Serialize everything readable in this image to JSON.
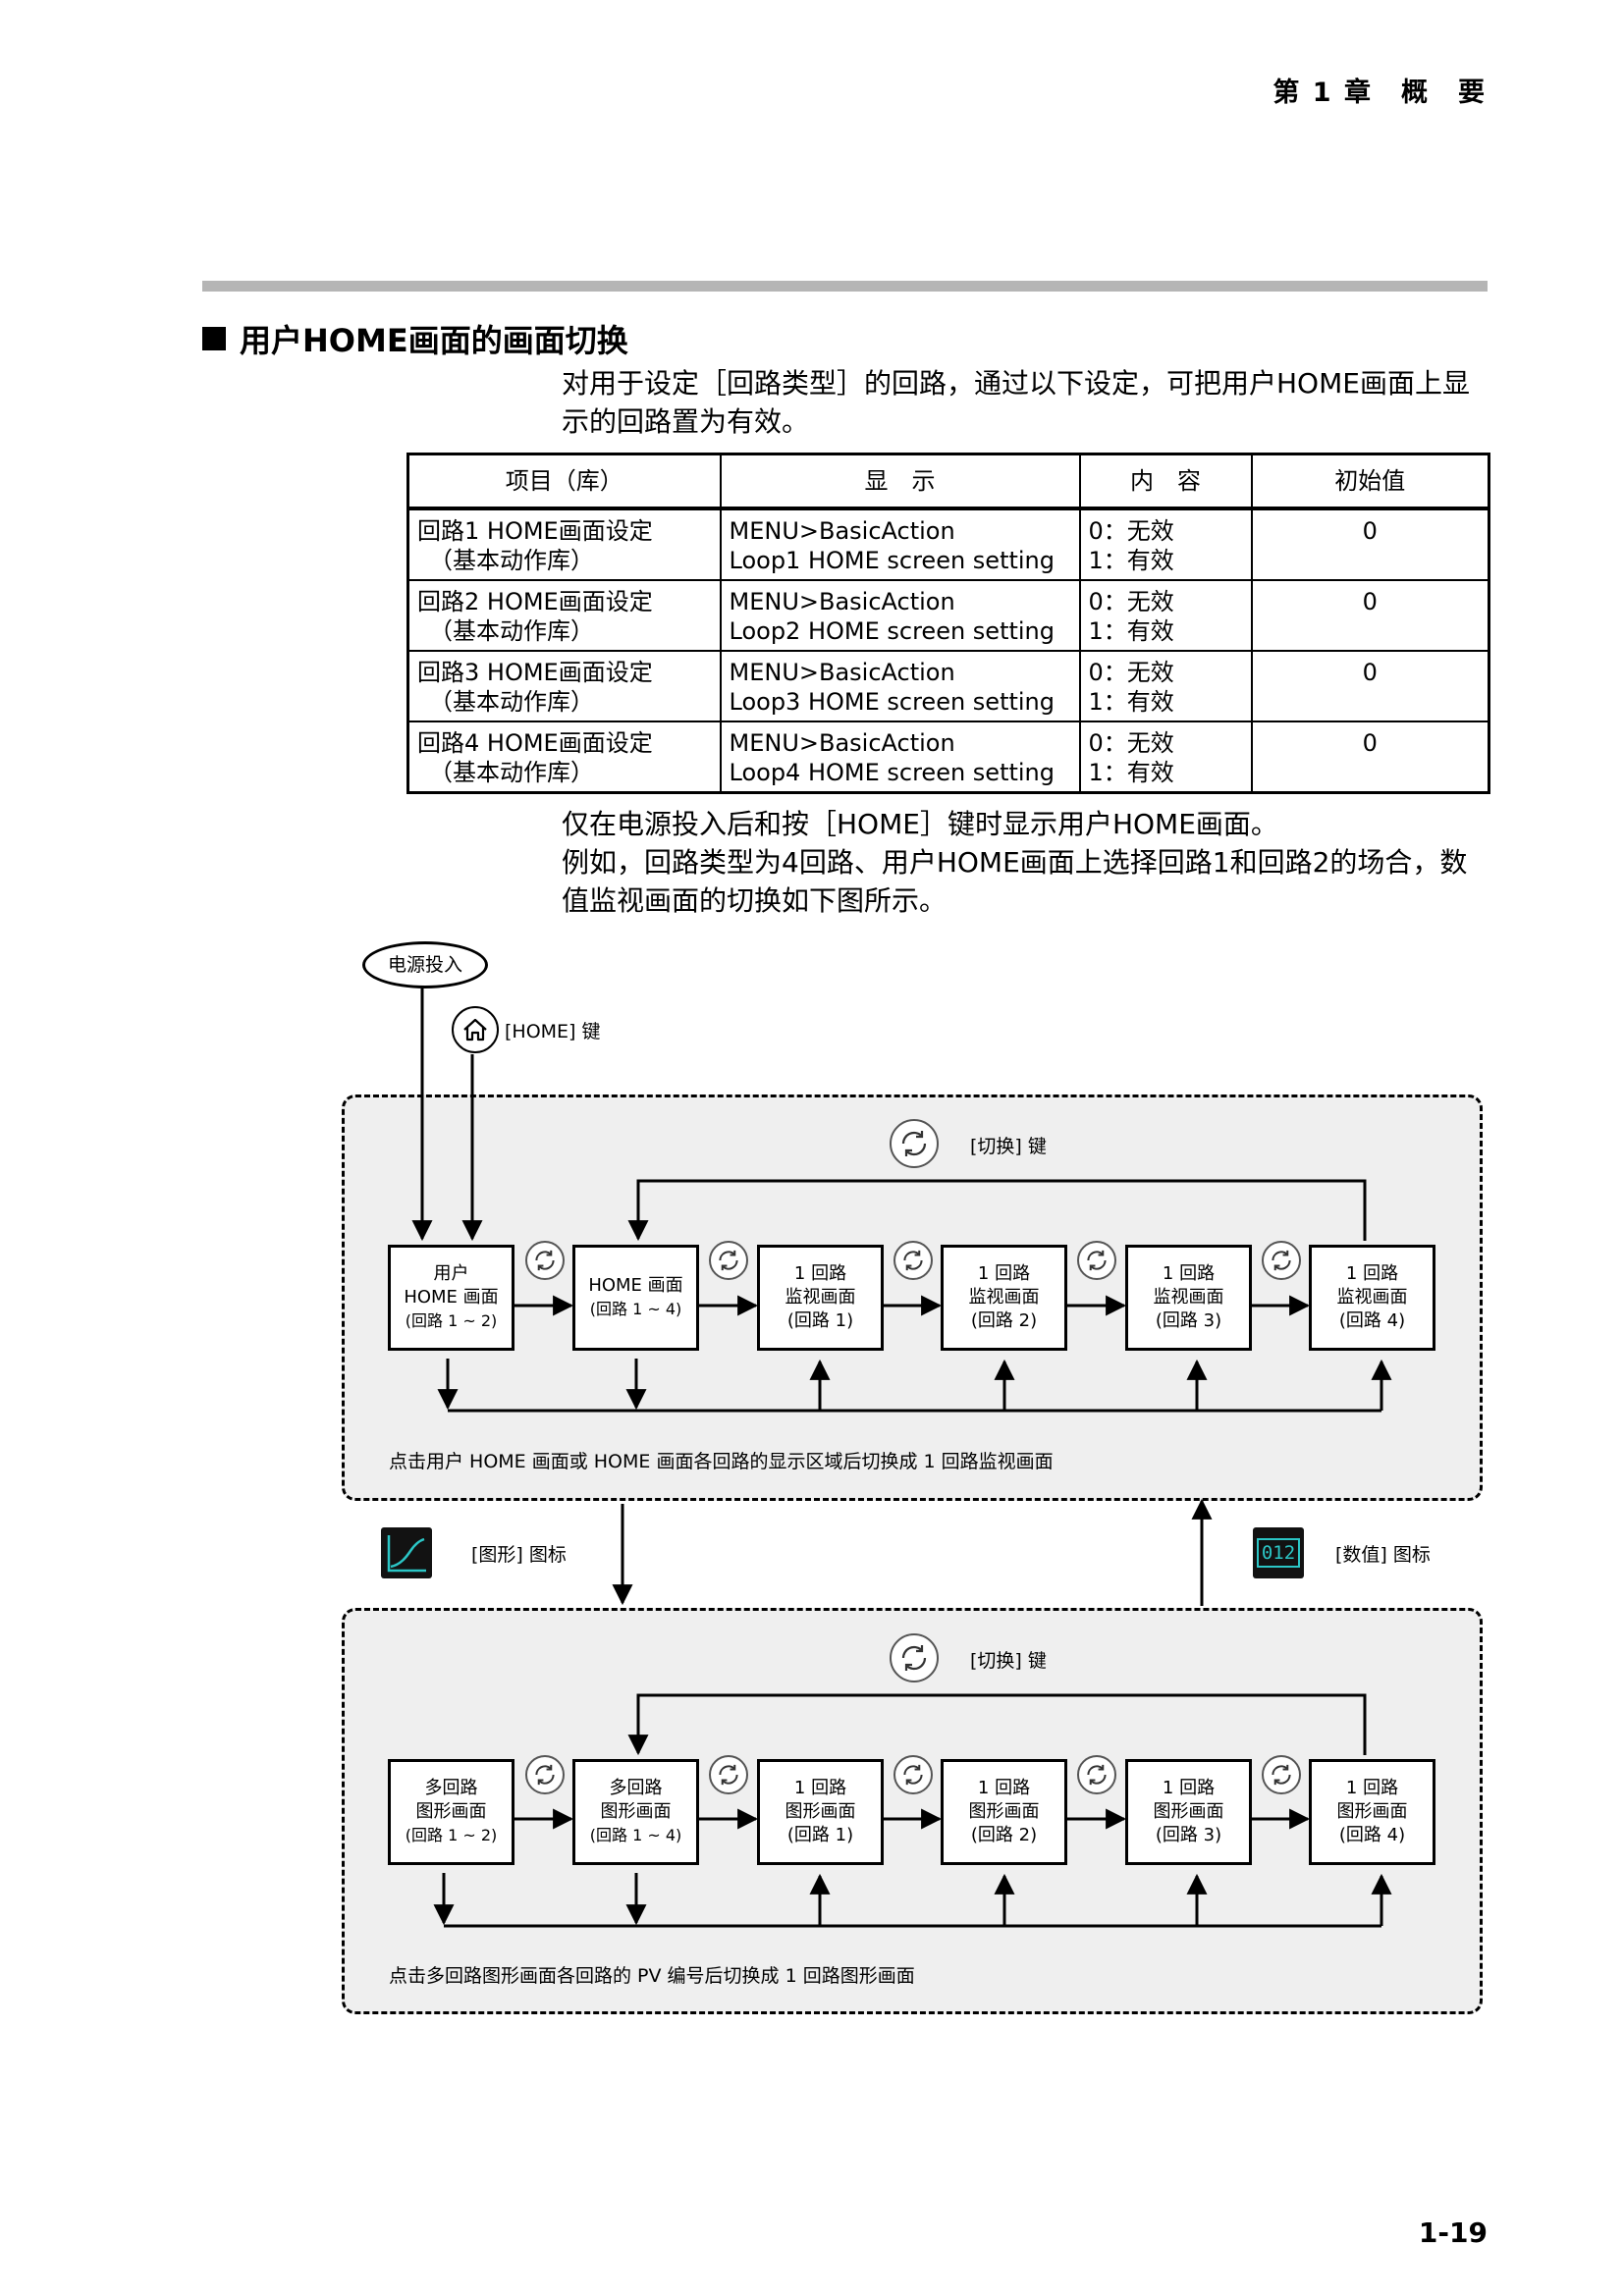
{
  "page": {
    "chapter": "第 1 章　概　要",
    "section_title": "用户HOME画面的画面切换",
    "intro": [
      "对用于设定［回路类型］的回路，通过以下设定，可把用户HOME画面上显",
      "示的回路置为有效。"
    ],
    "table": {
      "headers": [
        "项目（库）",
        "显　示",
        "内　容",
        "初始值"
      ],
      "rows": [
        {
          "item": [
            "回路1 HOME画面设定",
            "（基本动作库）"
          ],
          "display": [
            "MENU>BasicAction",
            "Loop1 HOME screen setting"
          ],
          "content": [
            "0：无效",
            "1：有效"
          ],
          "initial": "0"
        },
        {
          "item": [
            "回路2 HOME画面设定",
            "（基本动作库）"
          ],
          "display": [
            "MENU>BasicAction",
            "Loop2 HOME screen setting"
          ],
          "content": [
            "0：无效",
            "1：有效"
          ],
          "initial": "0"
        },
        {
          "item": [
            "回路3 HOME画面设定",
            "（基本动作库）"
          ],
          "display": [
            "MENU>BasicAction",
            "Loop3 HOME screen setting"
          ],
          "content": [
            "0：无效",
            "1：有效"
          ],
          "initial": "0"
        },
        {
          "item": [
            "回路4 HOME画面设定",
            "（基本动作库）"
          ],
          "display": [
            "MENU>BasicAction",
            "Loop4 HOME screen setting"
          ],
          "content": [
            "0：无效",
            "1：有效"
          ],
          "initial": "0"
        }
      ]
    },
    "after": [
      "仅在电源投入后和按［HOME］键时显示用户HOME画面。",
      "例如，回路类型为4回路、用户HOME画面上选择回路1和回路2的场合，数",
      "值监视画面的切换如下图所示。"
    ],
    "page_number": "1-19"
  },
  "diagram": {
    "power_on": "电源投入",
    "home_key": "[HOME] 键",
    "switch_key": "[切换] 键",
    "graph_icon_label": "[图形] 图标",
    "numeric_icon_label": "[数值] 图标",
    "numeric_icon_text": "012",
    "monitor_boxes": [
      [
        "用户",
        "HOME 画面",
        "(回路 1 ~ 2)"
      ],
      [
        "HOME 画面",
        "",
        "(回路 1 ~ 4)"
      ],
      [
        "1 回路",
        "监视画面",
        "(回路 1)"
      ],
      [
        "1 回路",
        "监视画面",
        "(回路 2)"
      ],
      [
        "1 回路",
        "监视画面",
        "(回路 3)"
      ],
      [
        "1 回路",
        "监视画面",
        "(回路 4)"
      ]
    ],
    "monitor_note": "点击用户 HOME 画面或 HOME 画面各回路的显示区域后切换成 1 回路监视画面",
    "graph_boxes": [
      [
        "多回路",
        "图形画面",
        "(回路 1 ~ 2)"
      ],
      [
        "多回路",
        "图形画面",
        "(回路 1 ~ 4)"
      ],
      [
        "1 回路",
        "图形画面",
        "(回路 1)"
      ],
      [
        "1 回路",
        "图形画面",
        "(回路 2)"
      ],
      [
        "1 回路",
        "图形画面",
        "(回路 3)"
      ],
      [
        "1 回路",
        "图形画面",
        "(回路 4)"
      ]
    ],
    "graph_note": "点击多回路图形画面各回路的 PV 编号后切换成 1 回路图形画面"
  }
}
